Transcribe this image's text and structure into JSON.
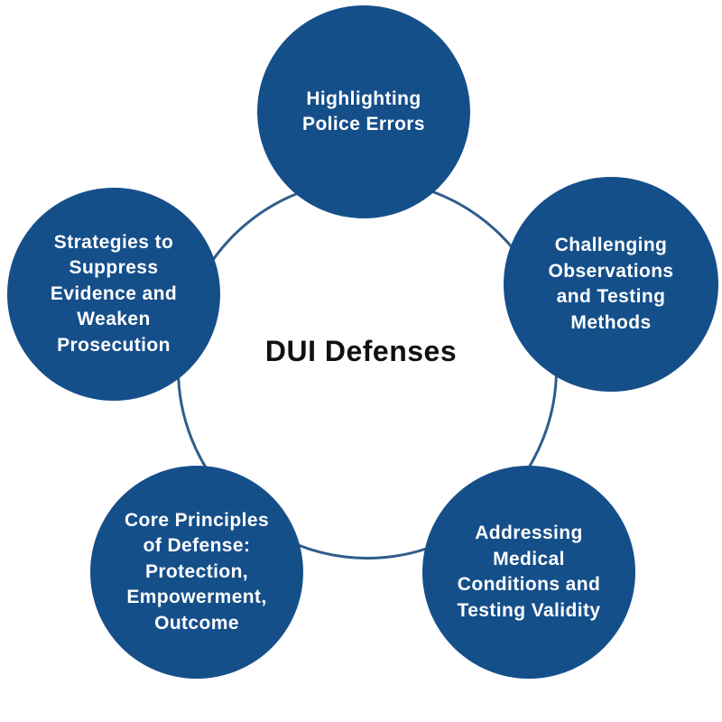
{
  "diagram": {
    "title": "DUI Defenses",
    "accent_color": "#154f8a",
    "ring_color": "#2f5d8c",
    "nodes": [
      {
        "label": "Highlighting\nPolice Errors"
      },
      {
        "label": "Challenging\nObservations\nand Testing\nMethods"
      },
      {
        "label": "Addressing\nMedical\nConditions and\nTesting Validity"
      },
      {
        "label": "Core Principles\nof Defense:\nProtection,\nEmpowerment,\nOutcome"
      },
      {
        "label": "Strategies to\nSuppress\nEvidence and\nWeaken\nProsecution"
      }
    ]
  }
}
